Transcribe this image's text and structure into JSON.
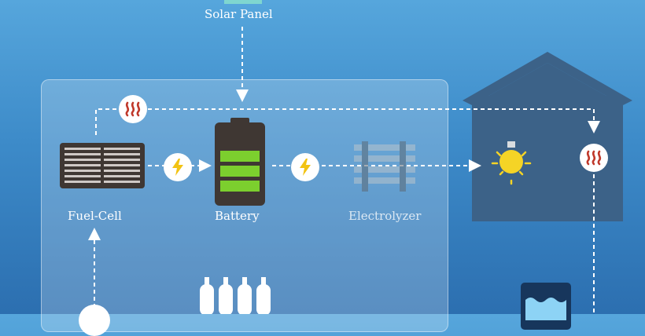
{
  "labels": {
    "solar_panel": "Solar Panel",
    "fuel_cell": "Fuel-Cell",
    "battery": "Battery",
    "electrolyzer": "Electrolyzer"
  },
  "icons": {
    "heat": "heat-icon",
    "lightning": "lightning-icon",
    "bulb": "light-bulb-icon",
    "tank": "hydrogen-tank-icon",
    "water": "water-tank-icon"
  },
  "colors": {
    "background_top": "#56a6dc",
    "background_bottom": "#2c6fb0",
    "house": "#3c6288",
    "battery_fill": "#7ccf2e",
    "heat": "#c0392b",
    "lightning": "#f2c313",
    "bulb": "#f5d426"
  },
  "battery": {
    "charge_fraction": 0.75
  }
}
